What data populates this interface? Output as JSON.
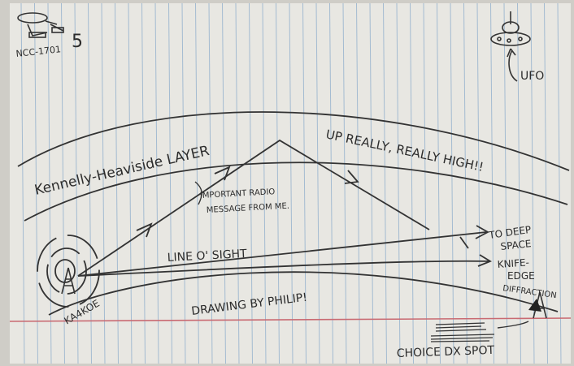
{
  "labels": {
    "ship_id": "NCC-1701",
    "ship_mark": "5",
    "ufo": "UFO",
    "layer": "Kennelly-Heaviside LAYER",
    "up_high": "UP REALLY, REALLY HIGH!!",
    "important_line1": "IMPORTANT RADIO",
    "important_line2": "MESSAGE FROM ME.",
    "line_of_sight": "LINE O' SIGHT",
    "to_deep_line1": "TO DEEP",
    "to_deep_line2": "SPACE",
    "knife_line1": "KNIFE-",
    "knife_line2": "EDGE",
    "knife_line3": "DIFFRACTION",
    "callsign": "KA4KOE",
    "drawing_by": "DRAWING BY PHILIP!",
    "choice_dx": "CHOICE DX SPOT"
  },
  "colors": {
    "paper": "#e7e6e1",
    "rule_line": "#9db7cf",
    "margin_line": "#c96a72",
    "ink": "#2c2c2c"
  }
}
